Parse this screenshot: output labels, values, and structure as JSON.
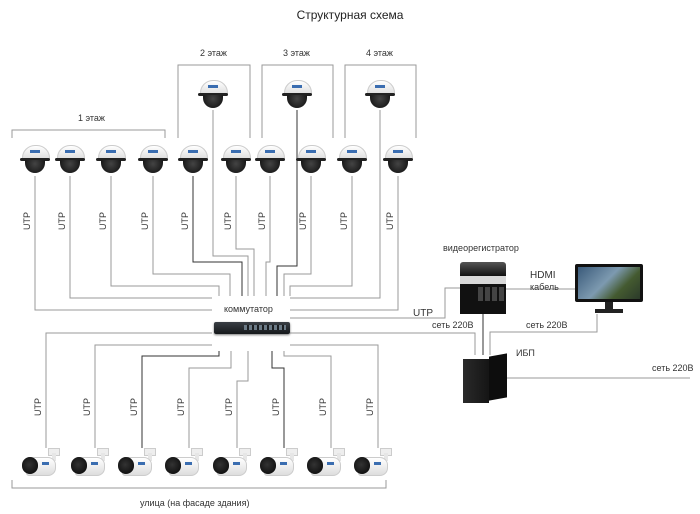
{
  "title": "Структурная схема",
  "floors": [
    {
      "label": "1 этаж",
      "cameras": 4
    },
    {
      "label": "2 этаж",
      "cameras": 3
    },
    {
      "label": "3 этаж",
      "cameras": 3
    },
    {
      "label": "4 этаж",
      "cameras": 3
    }
  ],
  "cable_label": "UTP",
  "switch_label": "коммутатор",
  "nvr_label": "видеорегистратор",
  "hdmi_label_1": "HDMI",
  "hdmi_label_2": "кабель",
  "utp_nvr_label": "UTP",
  "power_label_nvr": "сеть 220В",
  "power_label_monitor": "сеть 220В",
  "power_label_mains": "сеть 220В",
  "ups_label": "ИБП",
  "street_label": "улица (на фасаде здания)",
  "street_cameras": 8,
  "colors": {
    "line": "#9a9a9a",
    "dark_line": "#333333"
  }
}
